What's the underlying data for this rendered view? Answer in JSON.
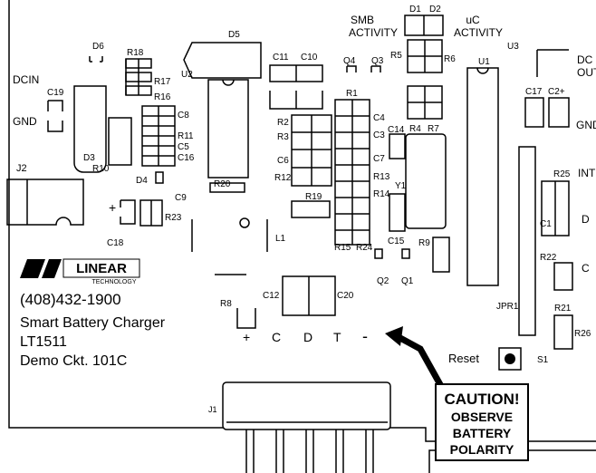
{
  "labels": {
    "dcin": "DCIN",
    "gnd_left": "GND",
    "d6": "D6",
    "r18": "R18",
    "r17": "R17",
    "r16": "R16",
    "c19": "C19",
    "d3": "D3",
    "r10": "R10",
    "c8": "C8",
    "r11": "R11",
    "c5": "C5",
    "c16": "C16",
    "d4": "D4",
    "c9": "C9",
    "j2": "J2",
    "c23plus": "+",
    "r23": "R23",
    "c18": "C18",
    "d5": "D5",
    "u2": "U2",
    "r20": "R20",
    "c11": "C11",
    "c10": "C10",
    "r2": "R2",
    "r3": "R3",
    "c6": "C6",
    "r12": "R12",
    "r19": "R19",
    "l1": "L1",
    "r8": "R8",
    "c12": "C12",
    "c20": "C20",
    "smb_activity": "SMB\nACTIVITY",
    "d1": "D1",
    "d2": "D2",
    "uc_activity": "uC\nACTIVITY",
    "q4": "Q4",
    "q3": "Q3",
    "r5": "R5",
    "r6": "R6",
    "r1": "R1",
    "c4": "C4",
    "c3": "C3",
    "c7": "C7",
    "r13": "R13",
    "r14": "R14",
    "r4": "R4",
    "r7": "R7",
    "c14": "C14",
    "y1": "Y1",
    "c15": "C15",
    "r9": "R9",
    "r15": "R15",
    "r24": "R24",
    "q2": "Q2",
    "q1": "Q1",
    "u1": "U1",
    "u3": "U3",
    "dc_out": "DC\nOUT",
    "c17": "C17",
    "c2plus": "C2+",
    "gnd_right": "GND",
    "r25": "R25",
    "int": "INT",
    "c1": "C1",
    "d_right": "D",
    "r22": "R22",
    "c_right": "C",
    "r21": "R21",
    "r26": "R26",
    "jpr1": "JPR1",
    "s1": "S1",
    "reset": "Reset",
    "j1": "J1",
    "bat_plus": "+",
    "bat_c": "C",
    "bat_d": "D",
    "bat_t": "T",
    "bat_minus": "-"
  },
  "logo": {
    "brand": "LINEAR",
    "sub": "TECHNOLOGY"
  },
  "info": {
    "phone": "(408)432-1900",
    "line1": "Smart Battery Charger",
    "line2": "LT1511",
    "line3": "Demo Ckt. 101C"
  },
  "caution": {
    "title": "CAUTION!",
    "line1": "OBSERVE",
    "line2": "BATTERY",
    "line3": "POLARITY"
  }
}
